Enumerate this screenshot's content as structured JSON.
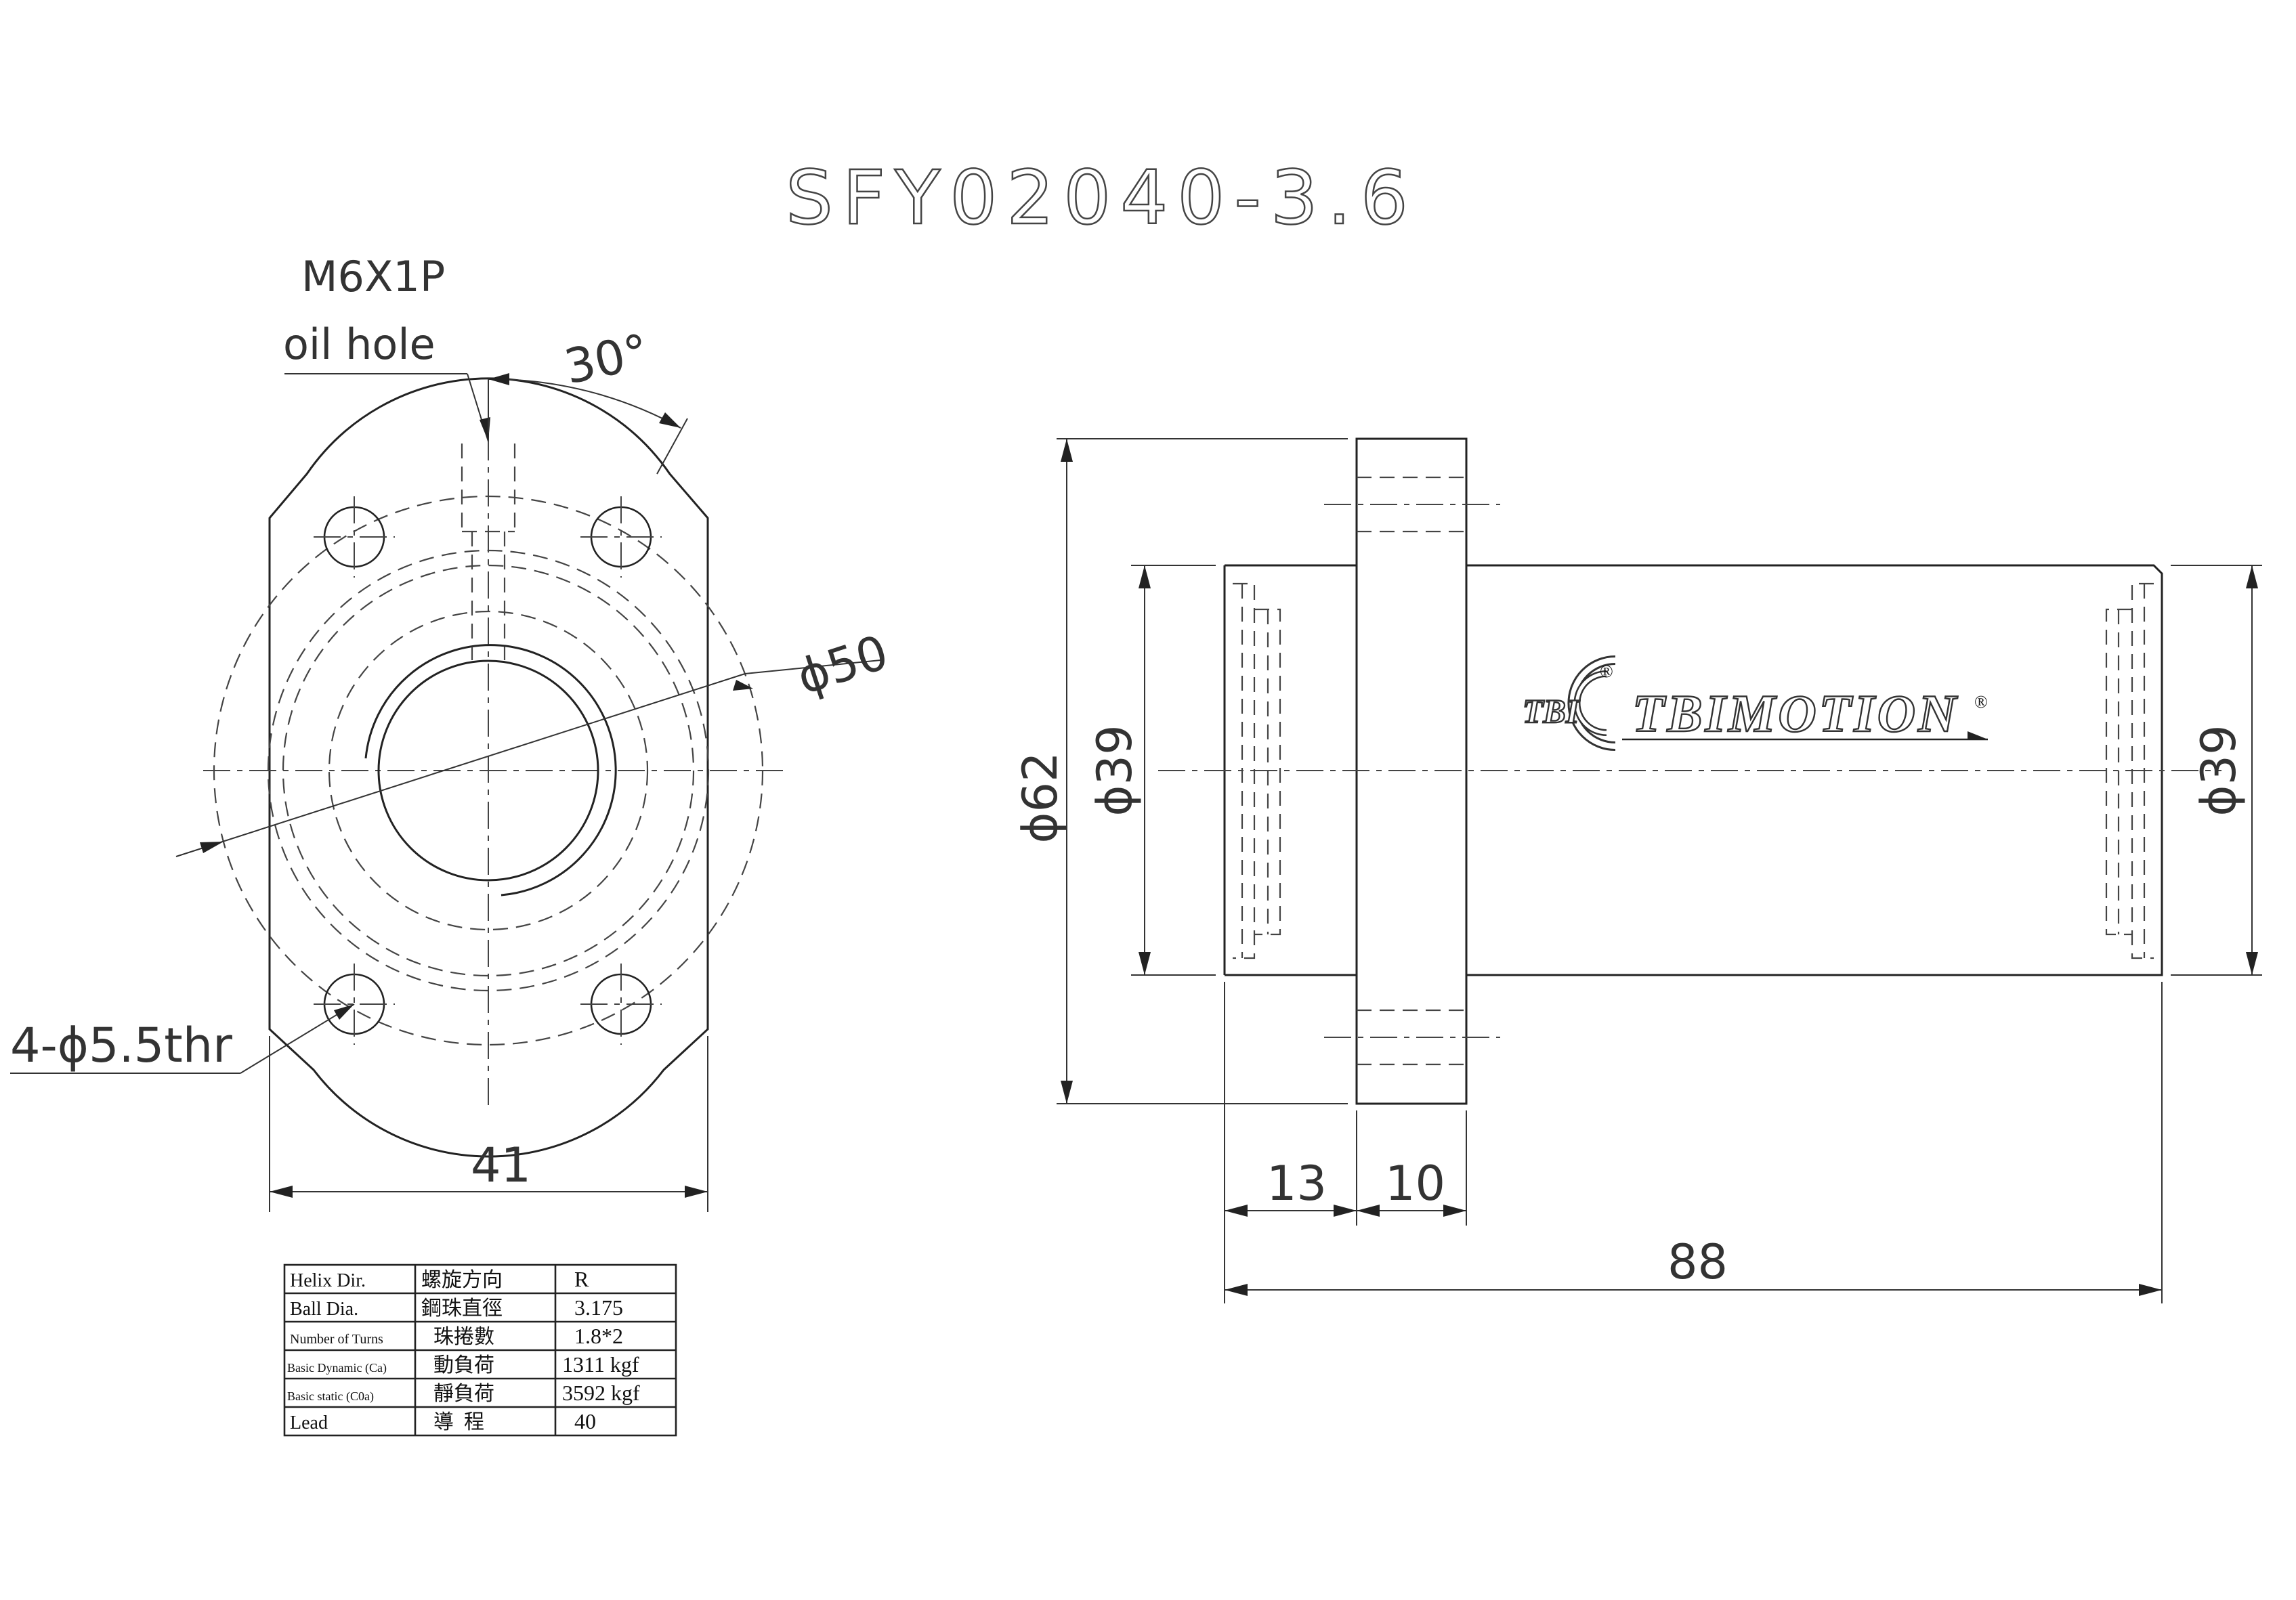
{
  "title": "SFY02040-3.6",
  "callouts": {
    "oil_hole_thread": "M6X1P",
    "oil_hole_label": "oil hole",
    "angle": "30°",
    "bolt_circle": "ϕ50",
    "holes": "4-ϕ5.5thr"
  },
  "dimensions": {
    "front_width": "41",
    "flange_od": "ϕ62",
    "body_od_left": "ϕ39",
    "body_od_right": "ϕ39",
    "flange_offset": "13",
    "flange_thickness": "10",
    "total_length": "88"
  },
  "brand": {
    "emblem": "TBI",
    "name": "TBIMOTION",
    "registered": "®"
  },
  "spec_table": [
    {
      "en": "Helix  Dir.",
      "zh": "螺旋方向",
      "value": "R"
    },
    {
      "en": "Ball Dia.",
      "zh": "鋼珠直徑",
      "value": "3.175"
    },
    {
      "en": "Number of Turns",
      "zh": "珠捲數",
      "value": "1.8*2"
    },
    {
      "en": "Basic Dynamic (Ca)",
      "zh": "動負荷",
      "value": "1311 kgf"
    },
    {
      "en": "Basic static (C0a)",
      "zh": "靜負荷",
      "value": "3592 kgf"
    },
    {
      "en": "Lead",
      "zh": "導  程",
      "value": "40"
    }
  ]
}
